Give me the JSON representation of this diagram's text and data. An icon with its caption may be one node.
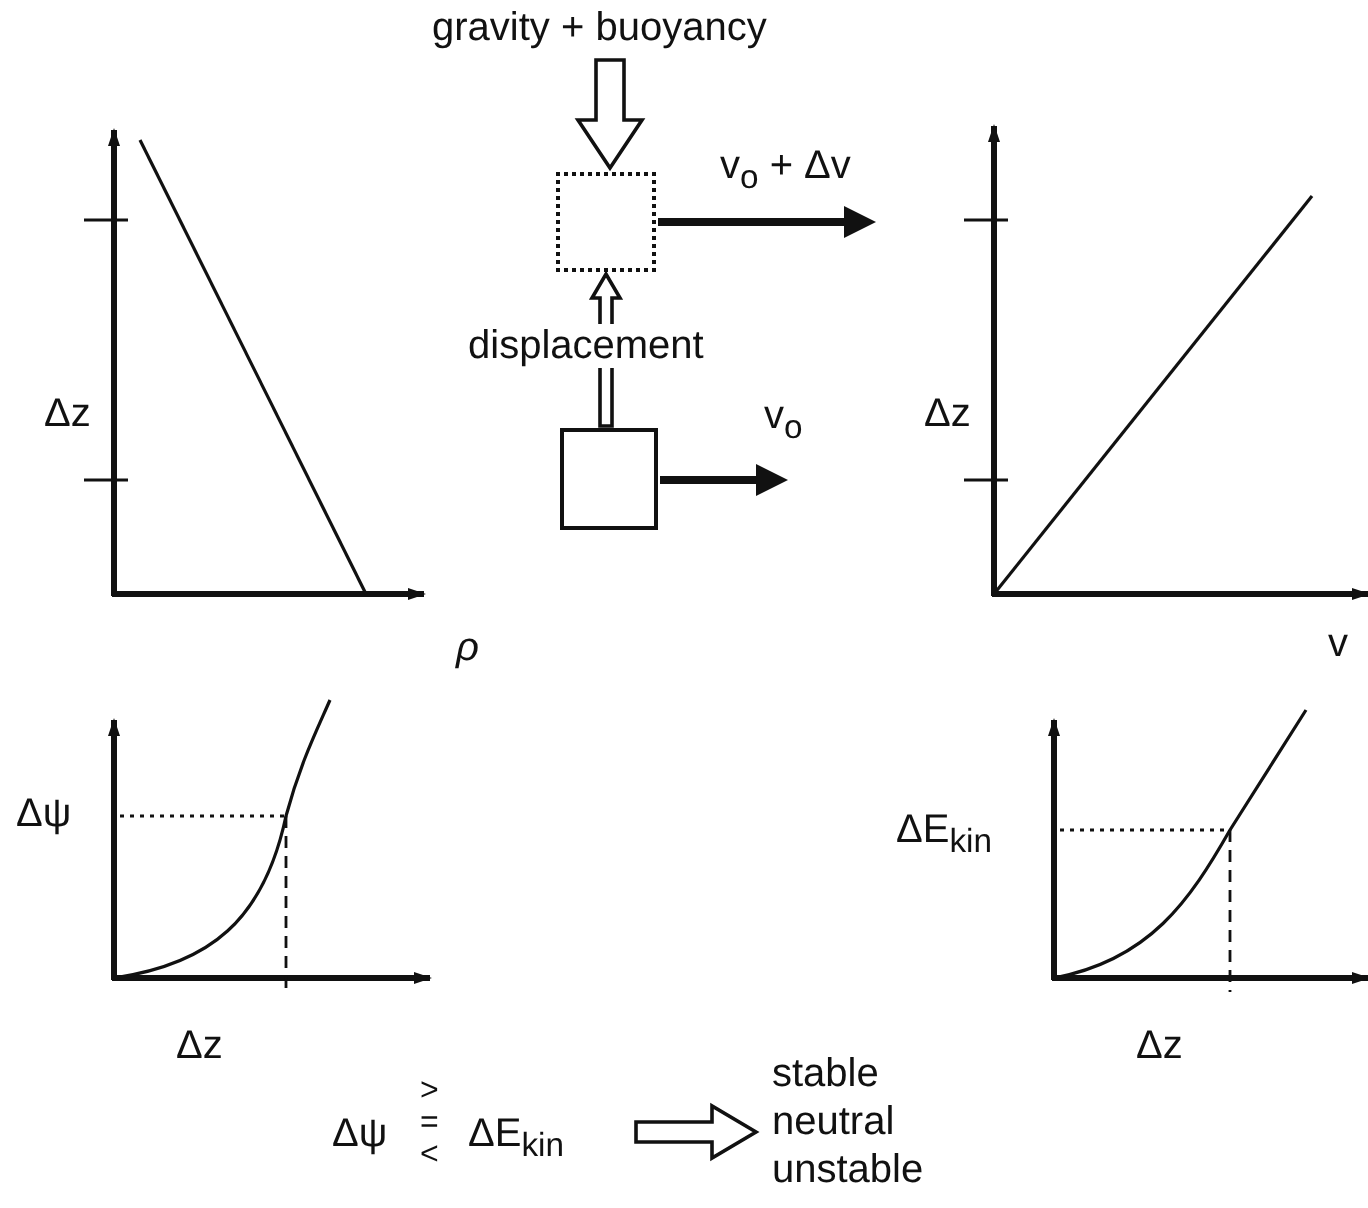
{
  "diagram": {
    "nodes": [
      {
        "text": [
          "gravity + buoyancy"
        ]
      },
      {
        "text": [],
        "shape": "box"
      },
      {
        "text": [],
        "shape": "box"
      },
      {
        "text": [
          "stable",
          "neutral",
          "unstable"
        ]
      },
      {
        "text": [
          "Δψ",
          ">",
          "=",
          "<",
          "ΔE$_{kin}$"
        ]
      }
    ],
    "edges": [
      {
        "from": 0,
        "to": 1,
        "arrow": "to"
      },
      {
        "from": 2,
        "to": 1,
        "arrow": "to",
        "label": "displacement"
      },
      {
        "from": 1,
        "to": null,
        "arrow": "to",
        "label": "v$_{o}$ + Δv"
      },
      {
        "from": 2,
        "to": null,
        "arrow": "to",
        "label": "v$_{o}$"
      },
      {
        "from": 4,
        "to": 3,
        "arrow": "to"
      }
    ],
    "labels": [
      "Δz",
      "ρ",
      "Δz",
      "v",
      "Δψ",
      "Δz",
      "ΔE$_{kin}$",
      "Δz"
    ]
  }
}
